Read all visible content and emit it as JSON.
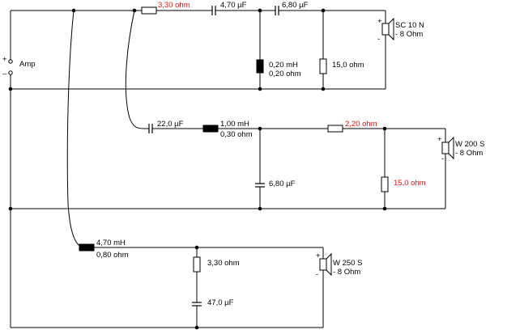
{
  "amp": {
    "label": "Amp",
    "plus": "+",
    "minus": "–"
  },
  "tweeter": {
    "series_resistor": "3,30 ohm",
    "series_cap_1": "4,70 µF",
    "series_cap_2": "6,80 µF",
    "shunt_inductor_l": "0,20 mH",
    "shunt_inductor_r": "0,20 ohm",
    "shunt_resistor": "15,0 ohm",
    "speaker_name": "SC 10 N",
    "speaker_imp": "- 8 Ohm",
    "plus": "+",
    "minus": "-"
  },
  "mid": {
    "series_cap": "22,0 µF",
    "series_inductor_l": "1,00 mH",
    "series_inductor_r": "0,30 ohm",
    "shunt_cap": "6,80 µF",
    "series_resistor": "2,20 ohm",
    "shunt_resistor": "15,0 ohm",
    "speaker_name": "W 200 S",
    "speaker_imp": "- 8 Ohm",
    "plus": "+",
    "minus": "-"
  },
  "woofer": {
    "series_inductor_l": "4,70 mH",
    "series_inductor_r": "0,80 ohm",
    "zobel_resistor": "3,30 ohm",
    "zobel_cap": "47,0 µF",
    "speaker_name": "W 250 S",
    "speaker_imp": "- 8 Ohm",
    "plus": "+",
    "minus": "-"
  },
  "colors": {
    "wire": "#000000",
    "highlight": "#e01010"
  }
}
